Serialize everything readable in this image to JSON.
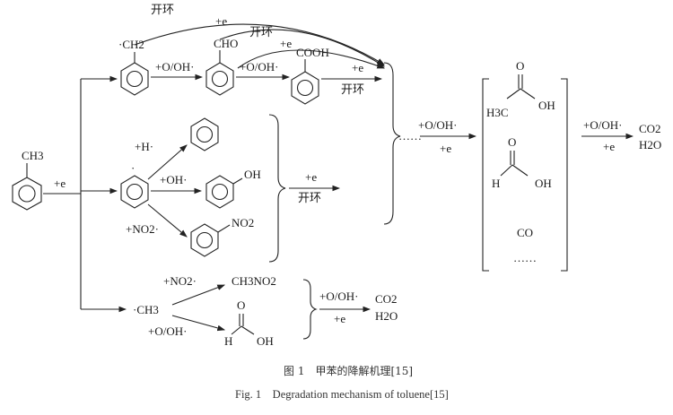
{
  "labels": {
    "toluene_ch3": "CH3",
    "plus_e": "+e",
    "benzyl_ch2": "·CH2",
    "benzaldehyde_cho": "CHO",
    "benzoic_cooh": "COOH",
    "oh_oxid": "+O/OH·",
    "ring_open": "开环",
    "h_add": "+H·",
    "oh_add": "+OH·",
    "no2_add": "+NO2·",
    "phenol_oh": "OH",
    "nitro_no2": "NO2",
    "methyl_rad": "·CH3",
    "ch3no2": "CH3NO2",
    "co2": "CO2",
    "h2o": "H2O",
    "h": "H",
    "o": "O",
    "oh": "OH",
    "h3c": "H3C",
    "co": "CO",
    "dots": "……",
    "ellipsis": "……",
    "dot": "·"
  },
  "caption": {
    "cn": "图 1　甲苯的降解机理[15]",
    "en": "Fig. 1　Degradation mechanism of toluene[15]"
  }
}
